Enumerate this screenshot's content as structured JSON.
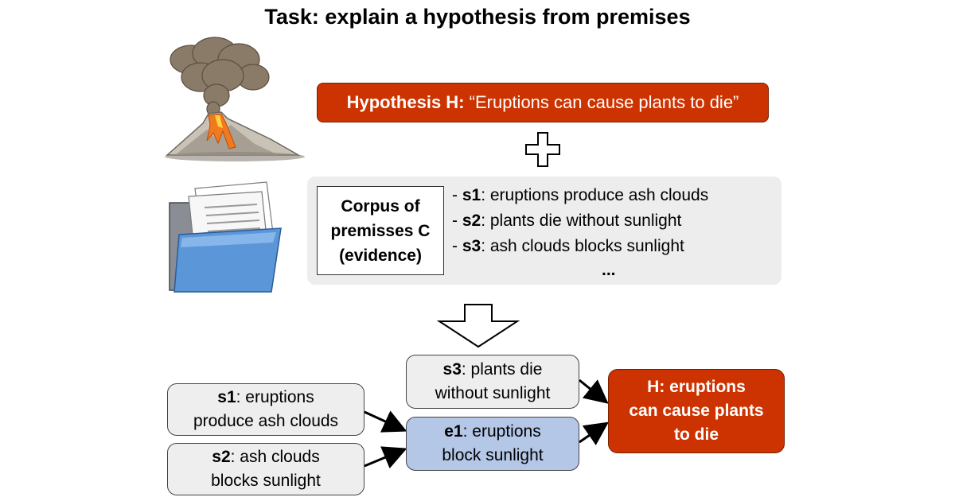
{
  "title": "Task: explain a hypothesis from premises",
  "hypothesis": {
    "label": "Hypothesis H:",
    "text": "“Eruptions can cause plants to die”"
  },
  "corpus": {
    "label_lines": [
      "Corpus of",
      "premisses C",
      "(evidence)"
    ],
    "items": [
      {
        "prefix": "- ",
        "id": "s1",
        "text": ": eruptions produce ash clouds"
      },
      {
        "prefix": "- ",
        "id": "s2",
        "text": ": plants die without sunlight"
      },
      {
        "prefix": "- ",
        "id": "s3",
        "text": ": ash clouds blocks sunlight"
      }
    ],
    "ellipsis": "..."
  },
  "tree": {
    "s1": {
      "id": "s1",
      "line1": ": eruptions",
      "line2": "produce ash clouds"
    },
    "s2": {
      "id": "s2",
      "line1": ": ash clouds",
      "line2": "blocks sunlight"
    },
    "s3": {
      "id": "s3",
      "line1": ": plants die",
      "line2": "without sunlight"
    },
    "e1": {
      "id": "e1",
      "line1": ": eruptions",
      "line2": "block sunlight"
    },
    "h": {
      "lines": [
        "H: eruptions",
        "can cause plants",
        "to die"
      ]
    }
  },
  "colors": {
    "hypothesis_fill": "#cc3300",
    "panel_gray": "#ededed",
    "premise_fill": "#eeeeee",
    "intermediate_fill": "#b4c7e7",
    "arrow": "#000000"
  },
  "icons": [
    "volcano-icon",
    "plus-icon",
    "folder-documents-icon",
    "down-arrow-icon"
  ]
}
